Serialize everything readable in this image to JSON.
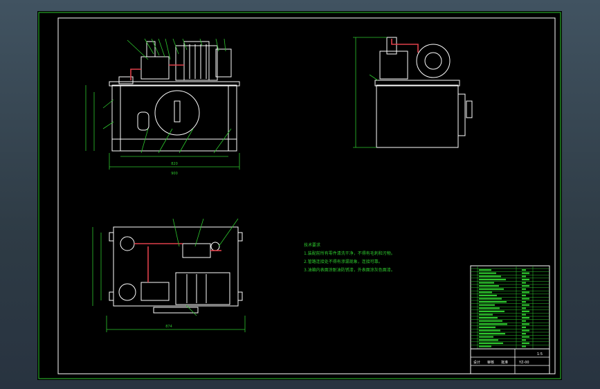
{
  "drawing": {
    "colors": {
      "window_bg": "#34434f",
      "paper": "#000000",
      "frame": "#2ec82e",
      "outline": "#ffffff",
      "dimension": "#2ec82e",
      "pipe": "#e0404a",
      "leader": "#2ec82e"
    },
    "front_view_dims": {
      "width_total": "900",
      "width_inner": "820"
    },
    "plan_view_dims": {
      "width": "874"
    },
    "notes": {
      "title": "技术要求",
      "items": [
        "1.装配前所有零件清洗干净，不得有毛刺和污物。",
        "2.管路连接处不得有渗漏现象，连接可靠。",
        "3.油箱内表面涂耐油防锈漆，外表面涂灰色面漆。"
      ]
    },
    "title_block": {
      "drawing_no": "YZ-00",
      "scale": "1:5",
      "label_design": "设计",
      "label_check": "审核",
      "label_approve": "批准"
    }
  }
}
